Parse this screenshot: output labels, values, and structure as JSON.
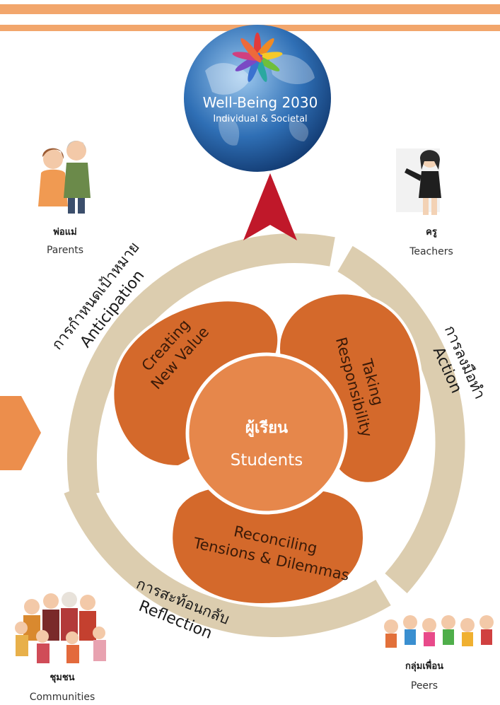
{
  "goal": {
    "title": "Well-Being 2030",
    "subtitle": "Individual & Societal"
  },
  "center": {
    "label_th": "ผู้เรียน",
    "label_en": "Students"
  },
  "competencies": [
    {
      "id": "creating",
      "line1": "Creating",
      "line2": "New Value"
    },
    {
      "id": "responsibility",
      "line1": "Taking",
      "line2": "Responsibility"
    },
    {
      "id": "reconciling",
      "line1": "Reconciling",
      "line2": "Tensions & Dilemmas"
    }
  ],
  "cycle": {
    "anticipation_th": "การกำหนดเป้าหมาย",
    "anticipation_en": "Anticipation",
    "action_th": "การลงมือทำ",
    "action_en": "Action",
    "reflection_th": "การสะท้อนกลับ",
    "reflection_en": "Reflection"
  },
  "stakeholders": {
    "parents": {
      "th": "พ่อแม่",
      "en": "Parents"
    },
    "teachers": {
      "th": "ครู",
      "en": "Teachers"
    },
    "communities": {
      "th": "ชุมชน",
      "en": "Communities"
    },
    "peers": {
      "th": "กลุ่มเพื่อน",
      "en": "Peers"
    }
  },
  "colors": {
    "accent_bar": "#f2a66c",
    "petal": "#d4692b",
    "center": "#e6874b",
    "ring": "#dccdaf",
    "arrow": "#c0182a",
    "globe": "#1f5d9e"
  }
}
